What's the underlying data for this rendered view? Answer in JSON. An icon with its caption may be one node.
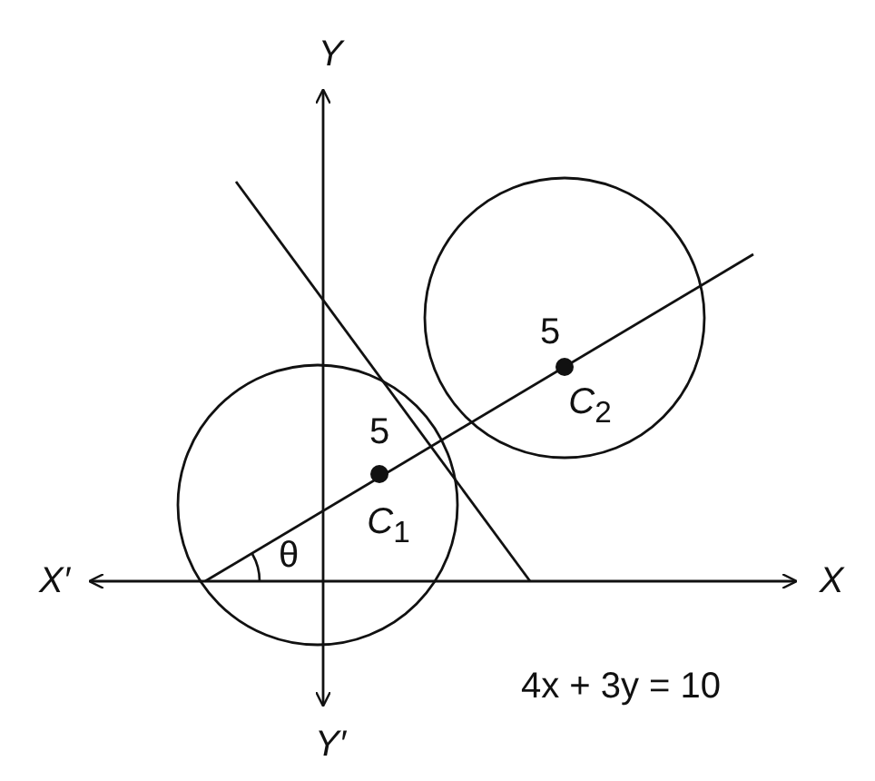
{
  "diagram": {
    "labels": [
      "Y",
      "5",
      "*C*$_{2}$",
      "5",
      "*C*$_{1}$",
      "X′",
      "θ",
      "X",
      "4x + 3y = 10",
      "Y′"
    ]
  }
}
